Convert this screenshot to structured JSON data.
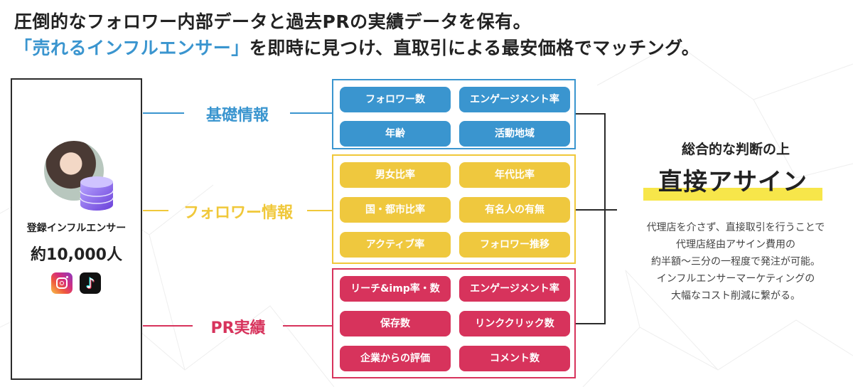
{
  "headline": {
    "line1": "圧倒的なフォロワー内部データと過去PRの実績データを保有。",
    "line2_highlight": "「売れるインフルエンサー」",
    "line2_rest": "を即時に見つけ、直取引による最安価格でマッチング。"
  },
  "profile": {
    "label": "登録インフルエンサー",
    "count": "約10,000人",
    "sns": [
      "instagram-icon",
      "tiktok-icon"
    ]
  },
  "categories": [
    {
      "label": "基礎情報",
      "color": "#3a95cf",
      "items": [
        "フォロワー数",
        "エンゲージメント率",
        "年齢",
        "活動地域"
      ]
    },
    {
      "label": "フォロワー情報",
      "color": "#f0c83a",
      "items": [
        "男女比率",
        "年代比率",
        "国・都市比率",
        "有名人の有無",
        "アクティブ率",
        "フォロワー推移"
      ]
    },
    {
      "label": "PR実績",
      "color": "#d7335c",
      "items": [
        "リーチ&imp率・数",
        "エンゲージメント率",
        "保存数",
        "リンククリック数",
        "企業からの評価",
        "コメント数"
      ]
    }
  ],
  "result": {
    "title": "総合的な判断の上",
    "assign": "直接アサイン",
    "highlight_color": "#f7e64a",
    "description": [
      "代理店を介さず、直接取引を行うことで",
      "代理店経由アサイン費用の",
      "約半額〜三分の一程度で発注が可能。",
      "インフルエンサーマーケティングの",
      "大幅なコスト削減に繋がる。"
    ]
  }
}
